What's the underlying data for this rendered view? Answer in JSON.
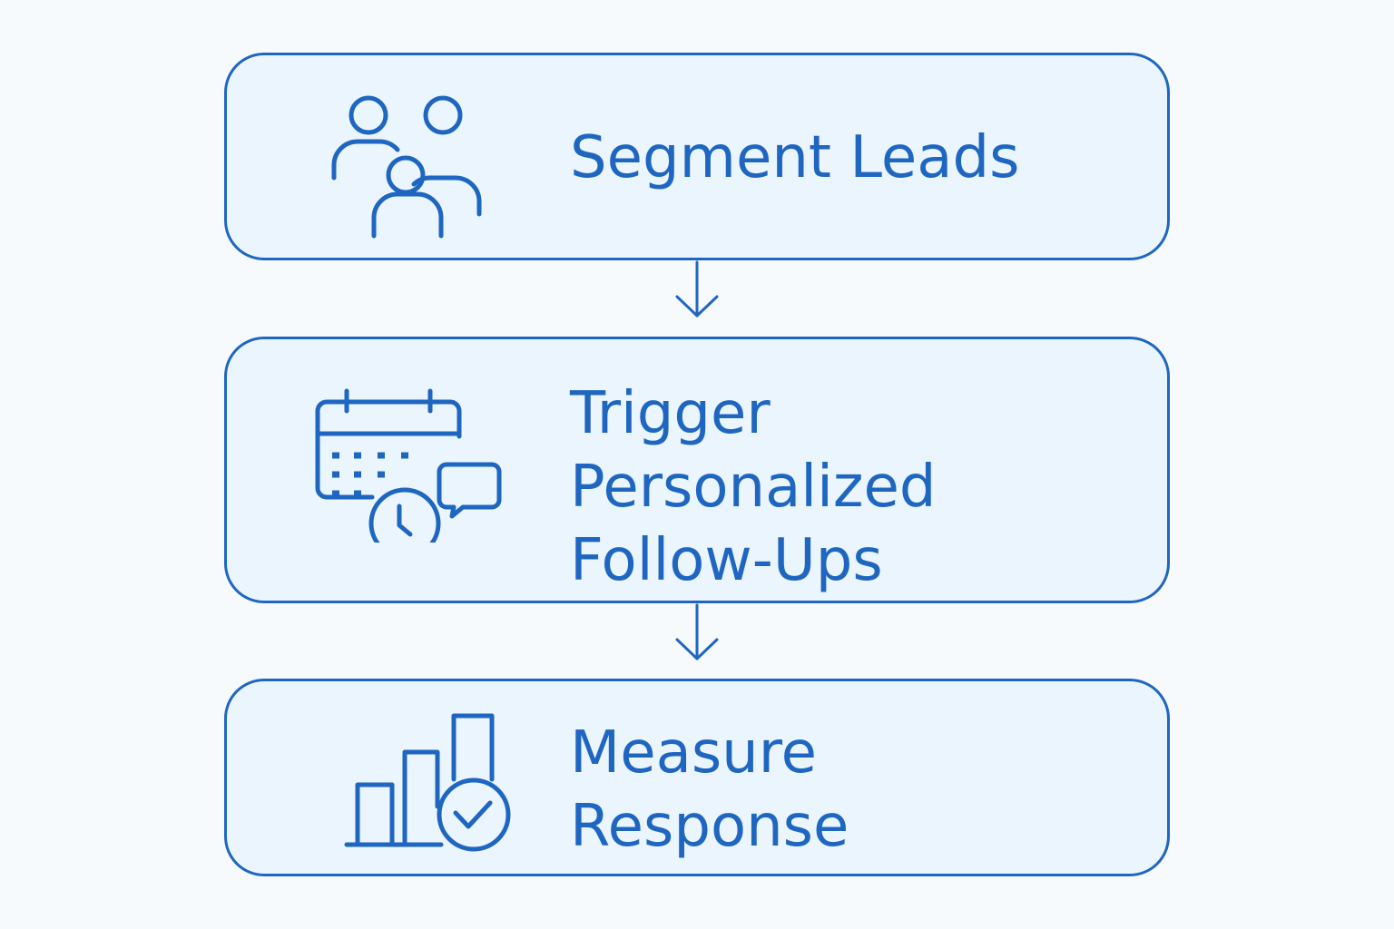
{
  "steps": [
    {
      "label": "Segment Leads",
      "icon": "people-group-icon"
    },
    {
      "label": "Trigger\nPersonalized\nFollow-Ups",
      "icon": "calendar-clock-chat-icon"
    },
    {
      "label": "Measure\nResponse",
      "icon": "bar-chart-check-icon"
    }
  ],
  "colors": {
    "accent": "#1f66c1",
    "box_fill": "#eaf5fd",
    "background": "#f7fafd"
  }
}
